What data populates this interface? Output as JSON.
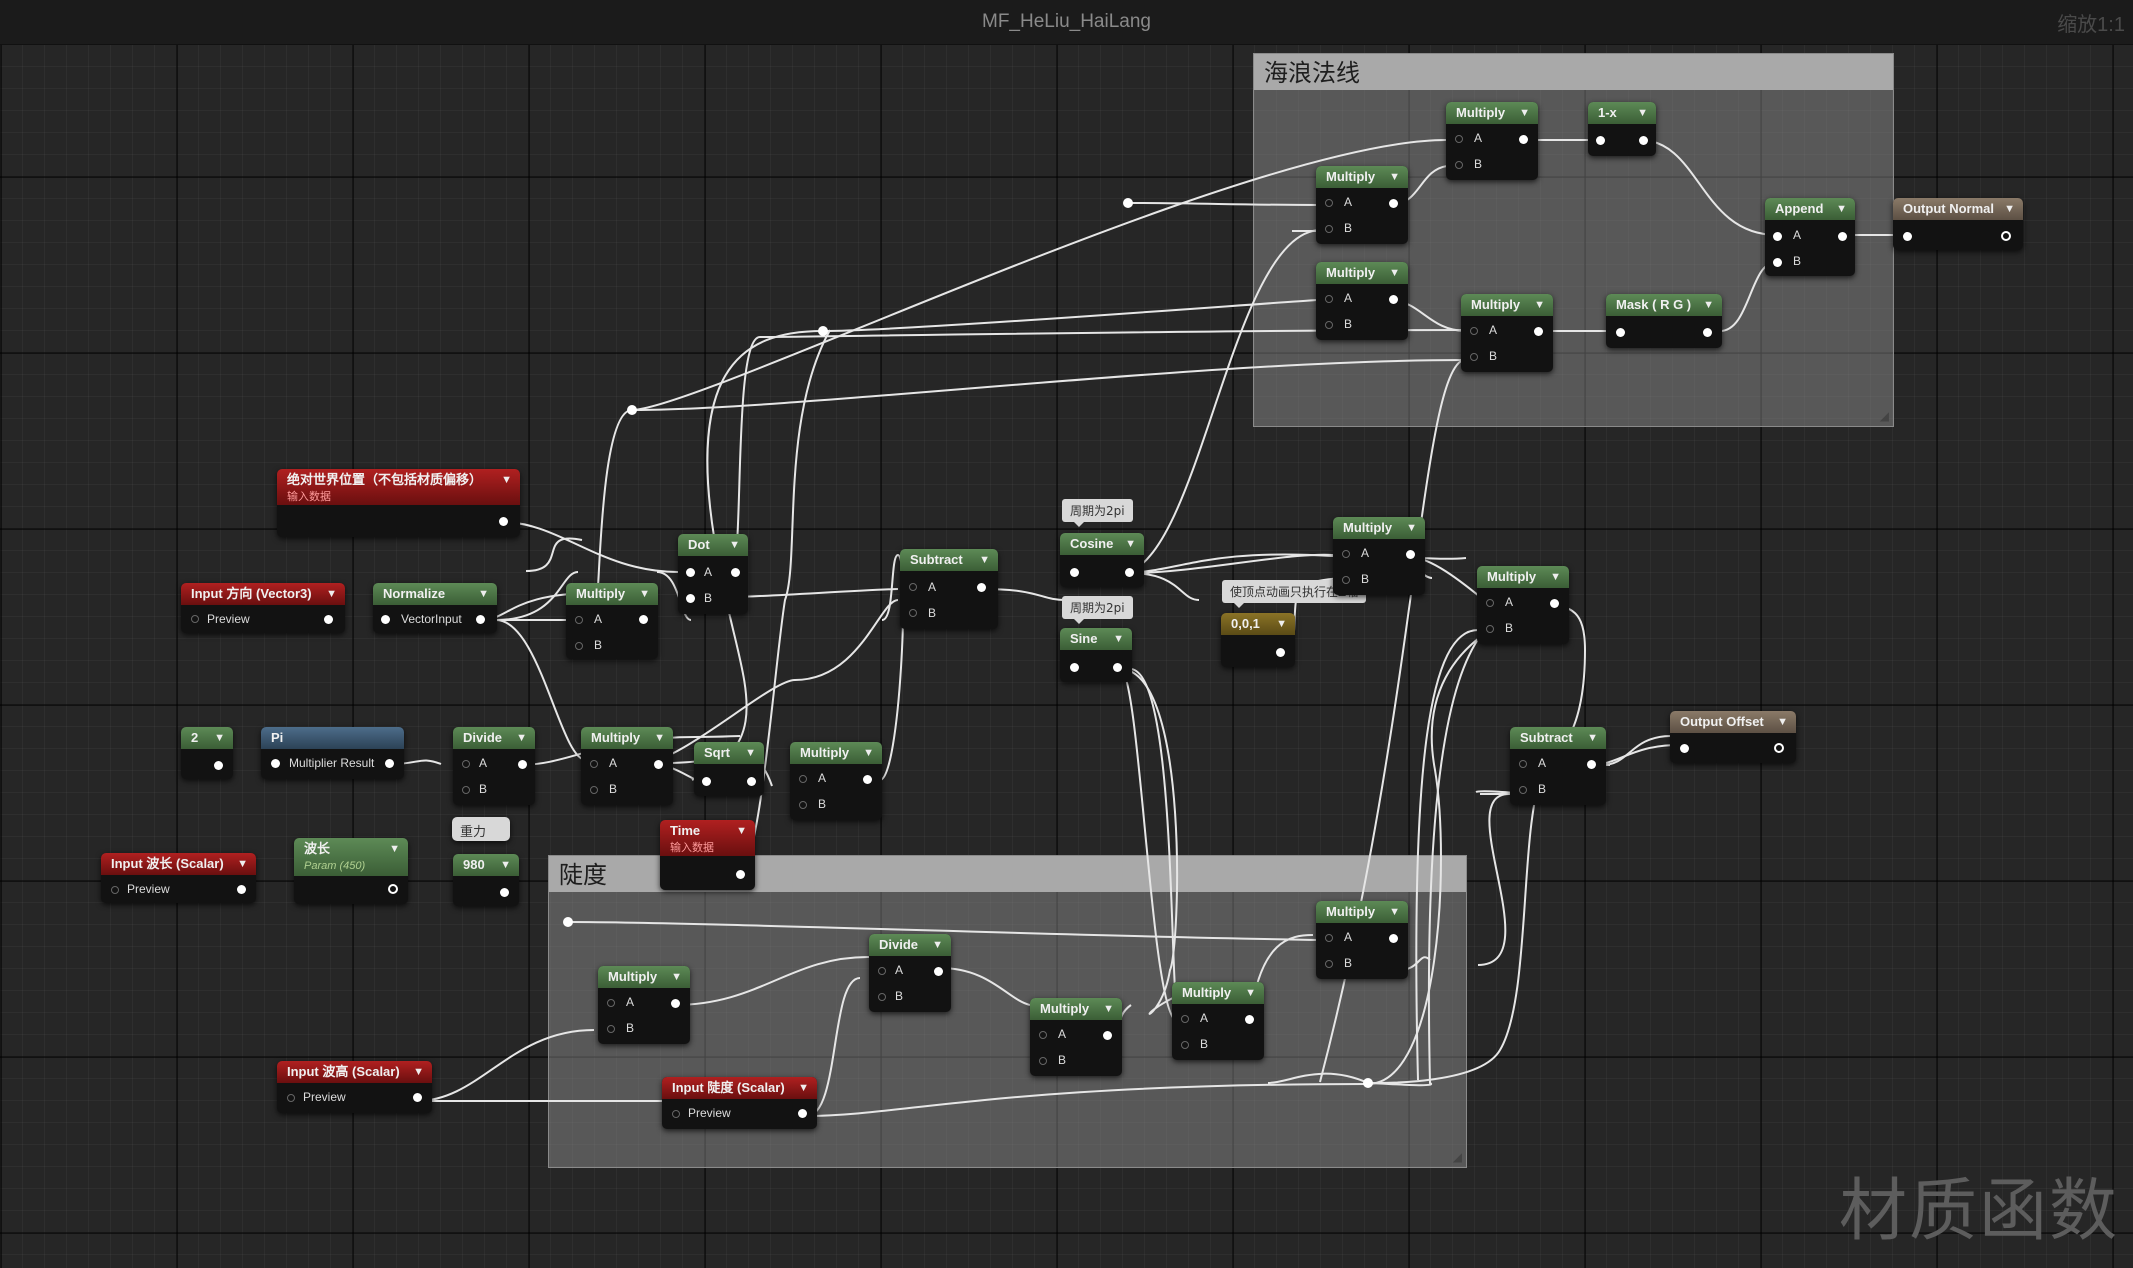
{
  "window": {
    "title": "MF_HeLiu_HaiLang",
    "zoom": "缩放1:1",
    "watermark": "材质函数"
  },
  "comments": [
    {
      "id": "c1",
      "title": "海浪法线"
    },
    {
      "id": "c2",
      "title": "陡度"
    }
  ],
  "bubbles": {
    "b1": "周期为2pi",
    "b2": "周期为2pi",
    "b3": "使顶点动画只执行在Z轴"
  },
  "nodes": {
    "absworld": {
      "title": "绝对世界位置（不包括材质偏移）",
      "sub": "输入数据"
    },
    "inputdir": {
      "title": "Input 方向 (Vector3)",
      "pin": "Preview"
    },
    "normalize": {
      "title": "Normalize",
      "pin": "VectorInput"
    },
    "mul1": {
      "title": "Multiply",
      "a": "A",
      "b": "B"
    },
    "dot": {
      "title": "Dot",
      "a": "A",
      "b": "B"
    },
    "subtract1": {
      "title": "Subtract",
      "a": "A",
      "b": "B"
    },
    "cosine": {
      "title": "Cosine"
    },
    "sine": {
      "title": "Sine"
    },
    "const2": {
      "title": "2"
    },
    "pi": {
      "title": "Pi",
      "pin": "Multiplier Result"
    },
    "divide1": {
      "title": "Divide",
      "a": "A",
      "b": "B"
    },
    "mul2": {
      "title": "Multiply",
      "a": "A",
      "b": "B"
    },
    "sqrt": {
      "title": "Sqrt"
    },
    "mul3": {
      "title": "Multiply",
      "a": "A",
      "b": "B"
    },
    "gravitynote": {
      "title": "重力"
    },
    "const980": {
      "title": "980"
    },
    "wavelen": {
      "title": "波长",
      "sub": "Param (450)"
    },
    "inputwl": {
      "title": "Input 波长 (Scalar)",
      "pin": "Preview"
    },
    "time": {
      "title": "Time",
      "sub": "输入数据"
    },
    "const001": {
      "title": "0,0,1"
    },
    "mul4": {
      "title": "Multiply",
      "a": "A",
      "b": "B"
    },
    "mul5": {
      "title": "Multiply",
      "a": "A",
      "b": "B"
    },
    "subtract2": {
      "title": "Subtract",
      "a": "A",
      "b": "B"
    },
    "outoffset": {
      "title": "Output Offset"
    },
    "n_mul_a": {
      "title": "Multiply",
      "a": "A",
      "b": "B"
    },
    "n_oneminus": {
      "title": "1-x"
    },
    "n_mul_b": {
      "title": "Multiply",
      "a": "A",
      "b": "B"
    },
    "n_append": {
      "title": "Append",
      "a": "A",
      "b": "B"
    },
    "n_mul_c": {
      "title": "Multiply",
      "a": "A",
      "b": "B"
    },
    "n_mul_d": {
      "title": "Multiply",
      "a": "A",
      "b": "B"
    },
    "n_mask": {
      "title": "Mask ( R G )"
    },
    "outnormal": {
      "title": "Output Normal"
    },
    "s_mul_a": {
      "title": "Multiply",
      "a": "A",
      "b": "B"
    },
    "s_divide": {
      "title": "Divide",
      "a": "A",
      "b": "B"
    },
    "s_mul_b": {
      "title": "Multiply",
      "a": "A",
      "b": "B"
    },
    "s_mul_c": {
      "title": "Multiply",
      "a": "A",
      "b": "B"
    },
    "s_mul_d": {
      "title": "Multiply",
      "a": "A",
      "b": "B"
    },
    "inputheight": {
      "title": "Input 波高 (Scalar)",
      "pin": "Preview"
    },
    "inputsteep": {
      "title": "Input 陡度 (Scalar)",
      "pin": "Preview"
    }
  }
}
